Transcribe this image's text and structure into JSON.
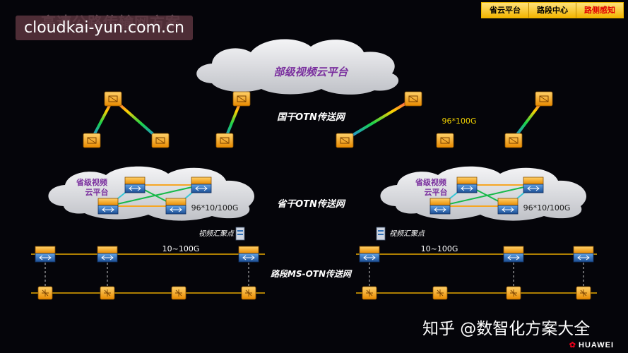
{
  "header": {
    "background_title": "高速公路传输网方案",
    "tabs": [
      {
        "label": "省云平台",
        "active": false
      },
      {
        "label": "路段中心",
        "active": false
      },
      {
        "label": "路侧感知",
        "active": true
      }
    ]
  },
  "watermark": "cloudkai-yun.com.cn",
  "diagram": {
    "cloud_top_label": "部级视频云平台",
    "national_label": "国干OTN传送网",
    "national_capacity": "96*100G",
    "province_label": "省干OTN传送网",
    "left_cloud_label": [
      "省级视频",
      "云平台"
    ],
    "right_cloud_label": [
      "省级视频",
      "云平台"
    ],
    "left_province_capacity": "96*10/100G",
    "right_province_capacity": "96*10/100G",
    "left_aggregation_label": "视频汇聚点",
    "right_aggregation_label": "视频汇聚点",
    "left_access_capacity": "10~100G",
    "right_access_capacity": "10~100G",
    "road_label": "路段MS-OTN传送网"
  },
  "credit": "知乎 @数智化方案大全",
  "brand": "HUAWEI",
  "colors": {
    "background": "#05050a",
    "tab_active": "#e00000",
    "tab_bg": "#f3b500",
    "node_orange": "#f6a623",
    "node_blue": "#2f6fb5",
    "access_line": "#e7a800",
    "label_white": "#ffffff",
    "capacity_yellow": "#f2d200"
  }
}
